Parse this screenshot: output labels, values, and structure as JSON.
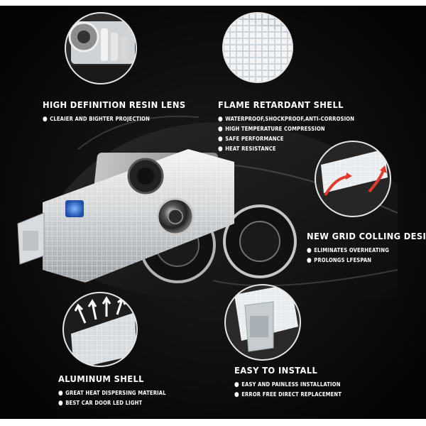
{
  "colors": {
    "background": "#000000",
    "text": "#ffffff",
    "frame": "#ffffff"
  },
  "features": [
    {
      "title": "HIGH DEFINITION RESIN LENS",
      "bullets": [
        "CLEAIER AND BIGHTER PROJECTION"
      ],
      "icon": "resin-lens-closeup"
    },
    {
      "title": "FLAME RETARDANT SHELL",
      "bullets": [
        "WATERPROOF,SHOCKPROOF,ANTI-CORROSION",
        "HIGH TEMPERATURE COMPRESSION",
        "SAFE PERFORMANCE",
        "HEAT RESISTANCE"
      ],
      "icon": "grid-shell-closeup"
    },
    {
      "title": "NEW GRID COLLING DESIGN",
      "bullets": [
        "ELIMINATES OVERHEATING",
        "PROLONGS LFESPAN"
      ],
      "icon": "cooling-grid-closeup"
    },
    {
      "title": "ALUMINUM SHELL",
      "bullets": [
        "GREAT HEAT DISPERSING MATERIAL",
        "BEST CAR DOOR LED LIGHT"
      ],
      "icon": "aluminum-heat-closeup"
    },
    {
      "title": "EASY TO INSTALL",
      "bullets": [
        "EASY AND PAINLESS INSTALLATION",
        "ERROR FREE DIRECT REPLACEMENT"
      ],
      "icon": "clip-install-closeup"
    }
  ],
  "bullet_glyph": "●"
}
